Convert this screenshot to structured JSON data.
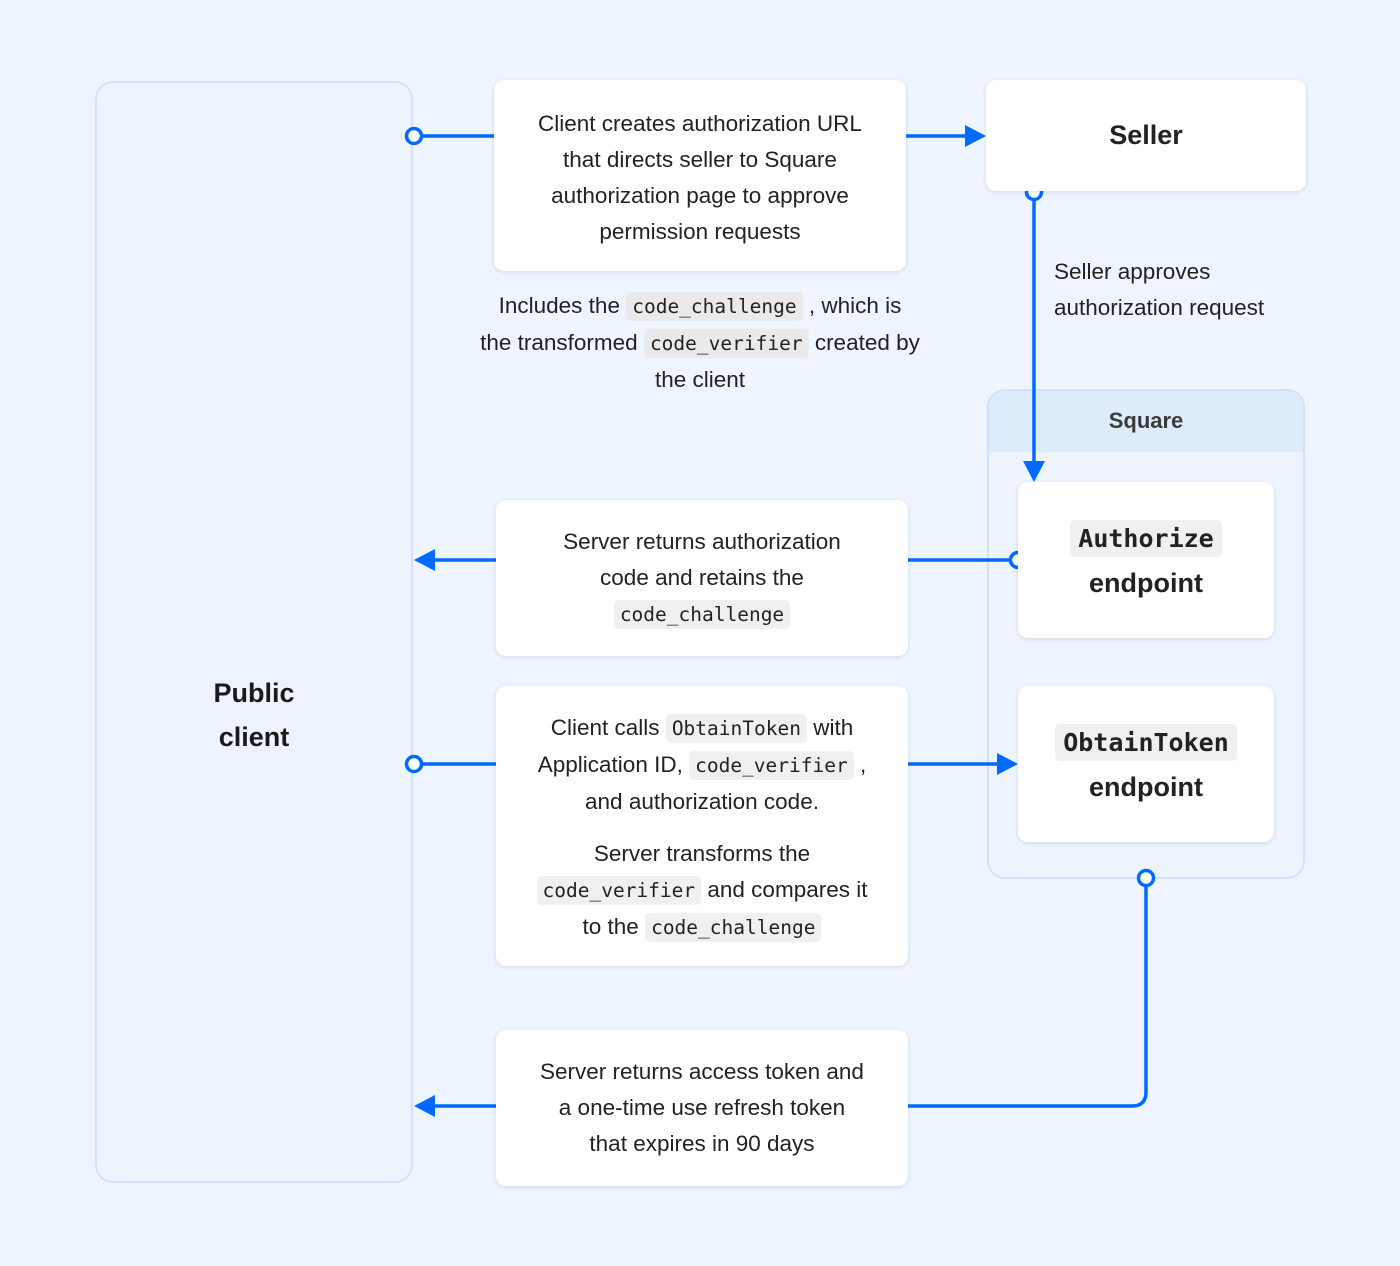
{
  "colors": {
    "background": "#eff5fe",
    "panel_fill": "#edf4fd",
    "panel_border": "#cfe2f9",
    "square_header": "#deebfb",
    "arrow": "#006aff",
    "card": "#ffffff"
  },
  "public_client": {
    "line1": "Public",
    "line2": "client"
  },
  "seller": {
    "label": "Seller"
  },
  "square": {
    "label": "Square",
    "authorize_endpoint": {
      "code": "Authorize",
      "text": "endpoint"
    },
    "obtain_token_endpoint": {
      "code": "ObtainToken",
      "text": "endpoint"
    }
  },
  "step1": {
    "text": "Client creates authorization URL that directs seller to Square authorization page to approve permission requests"
  },
  "step1_note": {
    "t1": "Includes the ",
    "c1": "code_challenge",
    "t2": " , which is the transformed ",
    "c2": "code_verifier",
    "t3": " created by the client"
  },
  "seller_approves": {
    "line1": "Seller approves",
    "line2": "authorization request"
  },
  "step3": {
    "t1": "Server returns authorization code and retains the ",
    "c1": "code_challenge"
  },
  "step4": {
    "t1": "Client calls ",
    "c1": "ObtainToken",
    "t2": " with Application ID, ",
    "c2": "code_verifier",
    "t3": " , and authorization code.",
    "t4": "Server transforms the ",
    "c3": "code_verifier",
    "t5": " and compares it to the ",
    "c4": "code_challenge"
  },
  "step5": {
    "text": "Server returns access token and a one-time use refresh token that expires in 90 days"
  }
}
